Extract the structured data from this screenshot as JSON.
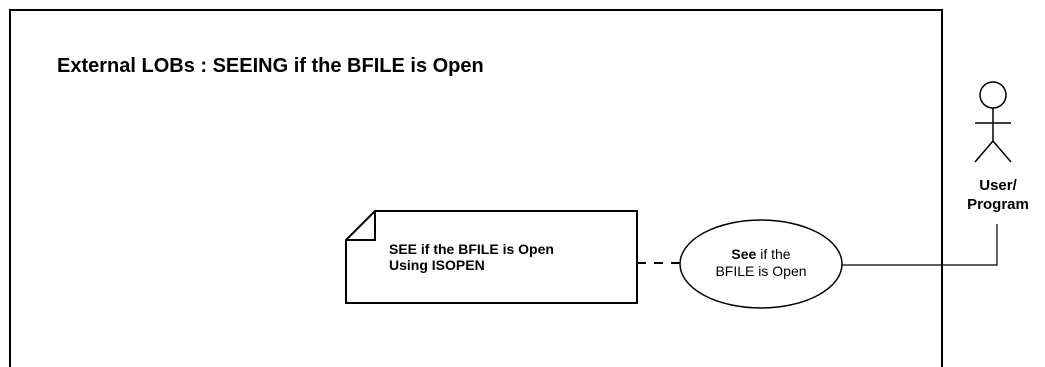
{
  "title": "External LOBs : SEEING if the BFILE is Open",
  "note": {
    "line1": "SEE if the BFILE is Open",
    "line2": "Using ISOPEN"
  },
  "use_case": {
    "bold_word": "See",
    "line1_rest": " if the",
    "line2": "BFILE is Open"
  },
  "actor": {
    "line1": "User/",
    "line2": "Program"
  }
}
